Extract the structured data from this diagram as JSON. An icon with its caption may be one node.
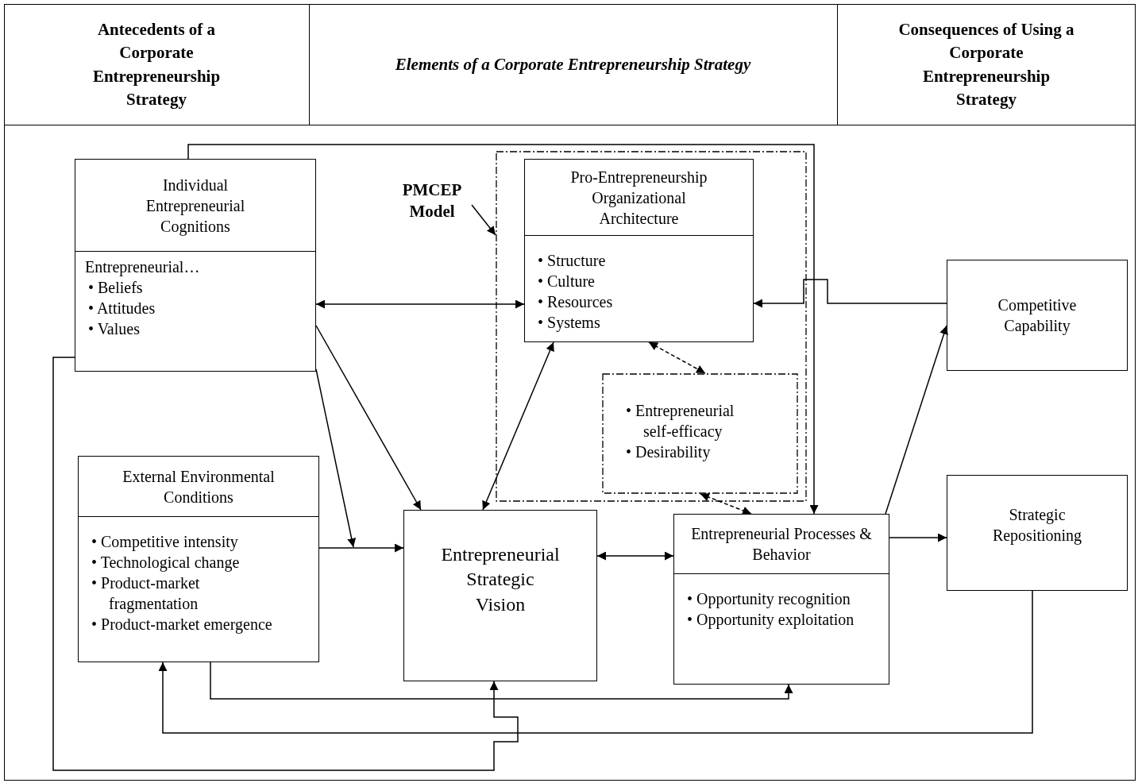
{
  "diagram": {
    "nodes": [
      {
        "text": [
          "Individual Entrepreneurial Cognitions",
          "Entrepreneurial…",
          "• Beliefs",
          "• Attitudes",
          "• Values"
        ]
      },
      {
        "text": [
          "PMCEP Model"
        ]
      },
      {
        "text": [],
        "shape": "box"
      },
      {
        "text": [
          "Pro-Entrepreneurship Organizational Architecture",
          "• Structure",
          "• Culture",
          "• Resources",
          "• Systems"
        ],
        "in": 2
      },
      {
        "text": [
          "• Entrepreneurial self-efficacy",
          "• Desirability"
        ],
        "in": 2
      },
      {
        "text": [
          "Competitive Capability"
        ]
      },
      {
        "text": [
          "External Environmental Conditions",
          "• Competitive intensity",
          "• Technological change",
          "• Product-market fragmentation",
          "• Product-market emergence"
        ]
      },
      {
        "text": [
          "Entrepreneurial Strategic Vision"
        ]
      },
      {
        "text": [
          "Entrepreneurial Processes & Behavior",
          "• Opportunity recognition",
          "• Opportunity exploitation"
        ]
      },
      {
        "text": [
          "Strategic Repositioning"
        ]
      }
    ],
    "edges": [
      {
        "from": 1,
        "to": 2,
        "arrow": "to"
      },
      {
        "from": 0,
        "to": 3,
        "arrow": "both"
      },
      {
        "from": 0,
        "to": 7,
        "arrow": "to"
      },
      {
        "from": 0,
        "to": null,
        "arrow": "to"
      },
      {
        "from": 6,
        "to": 7,
        "arrow": "to"
      },
      {
        "from": 7,
        "to": 3,
        "arrow": "both"
      },
      {
        "from": 3,
        "to": 4,
        "arrow": "both",
        "style": "dashed"
      },
      {
        "from": 4,
        "to": 8,
        "arrow": "both",
        "style": "dashed"
      },
      {
        "from": 7,
        "to": 8,
        "arrow": "both"
      },
      {
        "from": 8,
        "to": 9,
        "arrow": "to"
      },
      {
        "from": 8,
        "to": 5,
        "arrow": "to"
      },
      {
        "from": 5,
        "to": 3,
        "arrow": "to"
      },
      {
        "from": 0,
        "to": 8,
        "arrow": "to"
      },
      {
        "from": 6,
        "to": 8,
        "arrow": "to"
      },
      {
        "from": 9,
        "to": 6,
        "arrow": "to"
      },
      {
        "from": 0,
        "to": 7,
        "arrow": "to"
      }
    ],
    "labels": [
      "Antecedents of a Corporate Entrepreneurship Strategy",
      "Elements of a Corporate Entrepreneurship Strategy",
      "Consequences of Using a Corporate Entrepreneurship Strategy"
    ]
  }
}
